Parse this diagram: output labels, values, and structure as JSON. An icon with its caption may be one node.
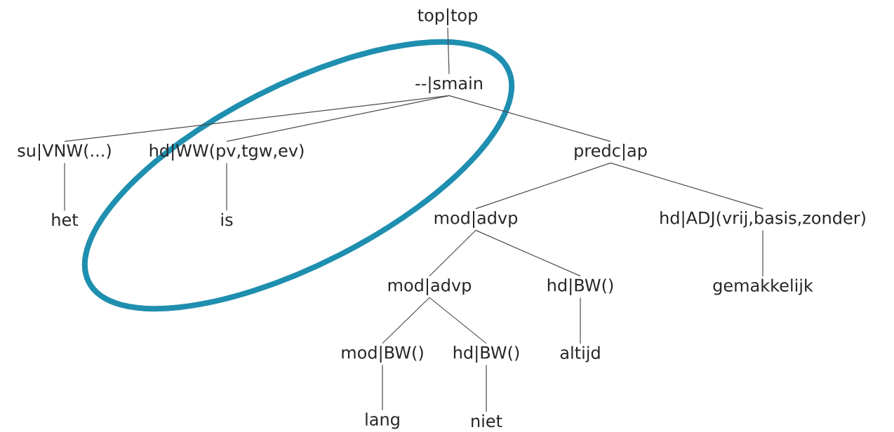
{
  "diagram": {
    "nodes": [
      {
        "text": [
          "top|top"
        ]
      },
      {
        "text": [
          "--|smain"
        ]
      },
      {
        "text": [
          "su|VNW(...)"
        ]
      },
      {
        "text": [
          "hd|WW(pv,tgw,ev)"
        ]
      },
      {
        "text": [
          "predc|ap"
        ]
      },
      {
        "text": [
          "het"
        ]
      },
      {
        "text": [
          "is"
        ]
      },
      {
        "text": [
          "mod|advp"
        ]
      },
      {
        "text": [
          "hd|ADJ(vrij,basis,zonder)"
        ]
      },
      {
        "text": [
          "mod|advp"
        ]
      },
      {
        "text": [
          "hd|BW()"
        ]
      },
      {
        "text": [
          "gemakkelijk"
        ]
      },
      {
        "text": [
          "mod|BW()"
        ]
      },
      {
        "text": [
          "hd|BW()"
        ]
      },
      {
        "text": [
          "altijd"
        ]
      },
      {
        "text": [
          "lang"
        ]
      },
      {
        "text": [
          "niet"
        ]
      }
    ],
    "edges": [
      {
        "from": 0,
        "to": 1,
        "arrow": "none"
      },
      {
        "from": 1,
        "to": 2,
        "arrow": "none"
      },
      {
        "from": 1,
        "to": 3,
        "arrow": "none"
      },
      {
        "from": 1,
        "to": 4,
        "arrow": "none"
      },
      {
        "from": 2,
        "to": 5,
        "arrow": "none"
      },
      {
        "from": 3,
        "to": 6,
        "arrow": "none"
      },
      {
        "from": 4,
        "to": 7,
        "arrow": "none"
      },
      {
        "from": 4,
        "to": 8,
        "arrow": "none"
      },
      {
        "from": 7,
        "to": 9,
        "arrow": "none"
      },
      {
        "from": 7,
        "to": 10,
        "arrow": "none"
      },
      {
        "from": 8,
        "to": 11,
        "arrow": "none"
      },
      {
        "from": 9,
        "to": 12,
        "arrow": "none"
      },
      {
        "from": 9,
        "to": 13,
        "arrow": "none"
      },
      {
        "from": 10,
        "to": 14,
        "arrow": "none"
      },
      {
        "from": 12,
        "to": 15,
        "arrow": "none"
      },
      {
        "from": 13,
        "to": 16,
        "arrow": "none"
      }
    ]
  }
}
